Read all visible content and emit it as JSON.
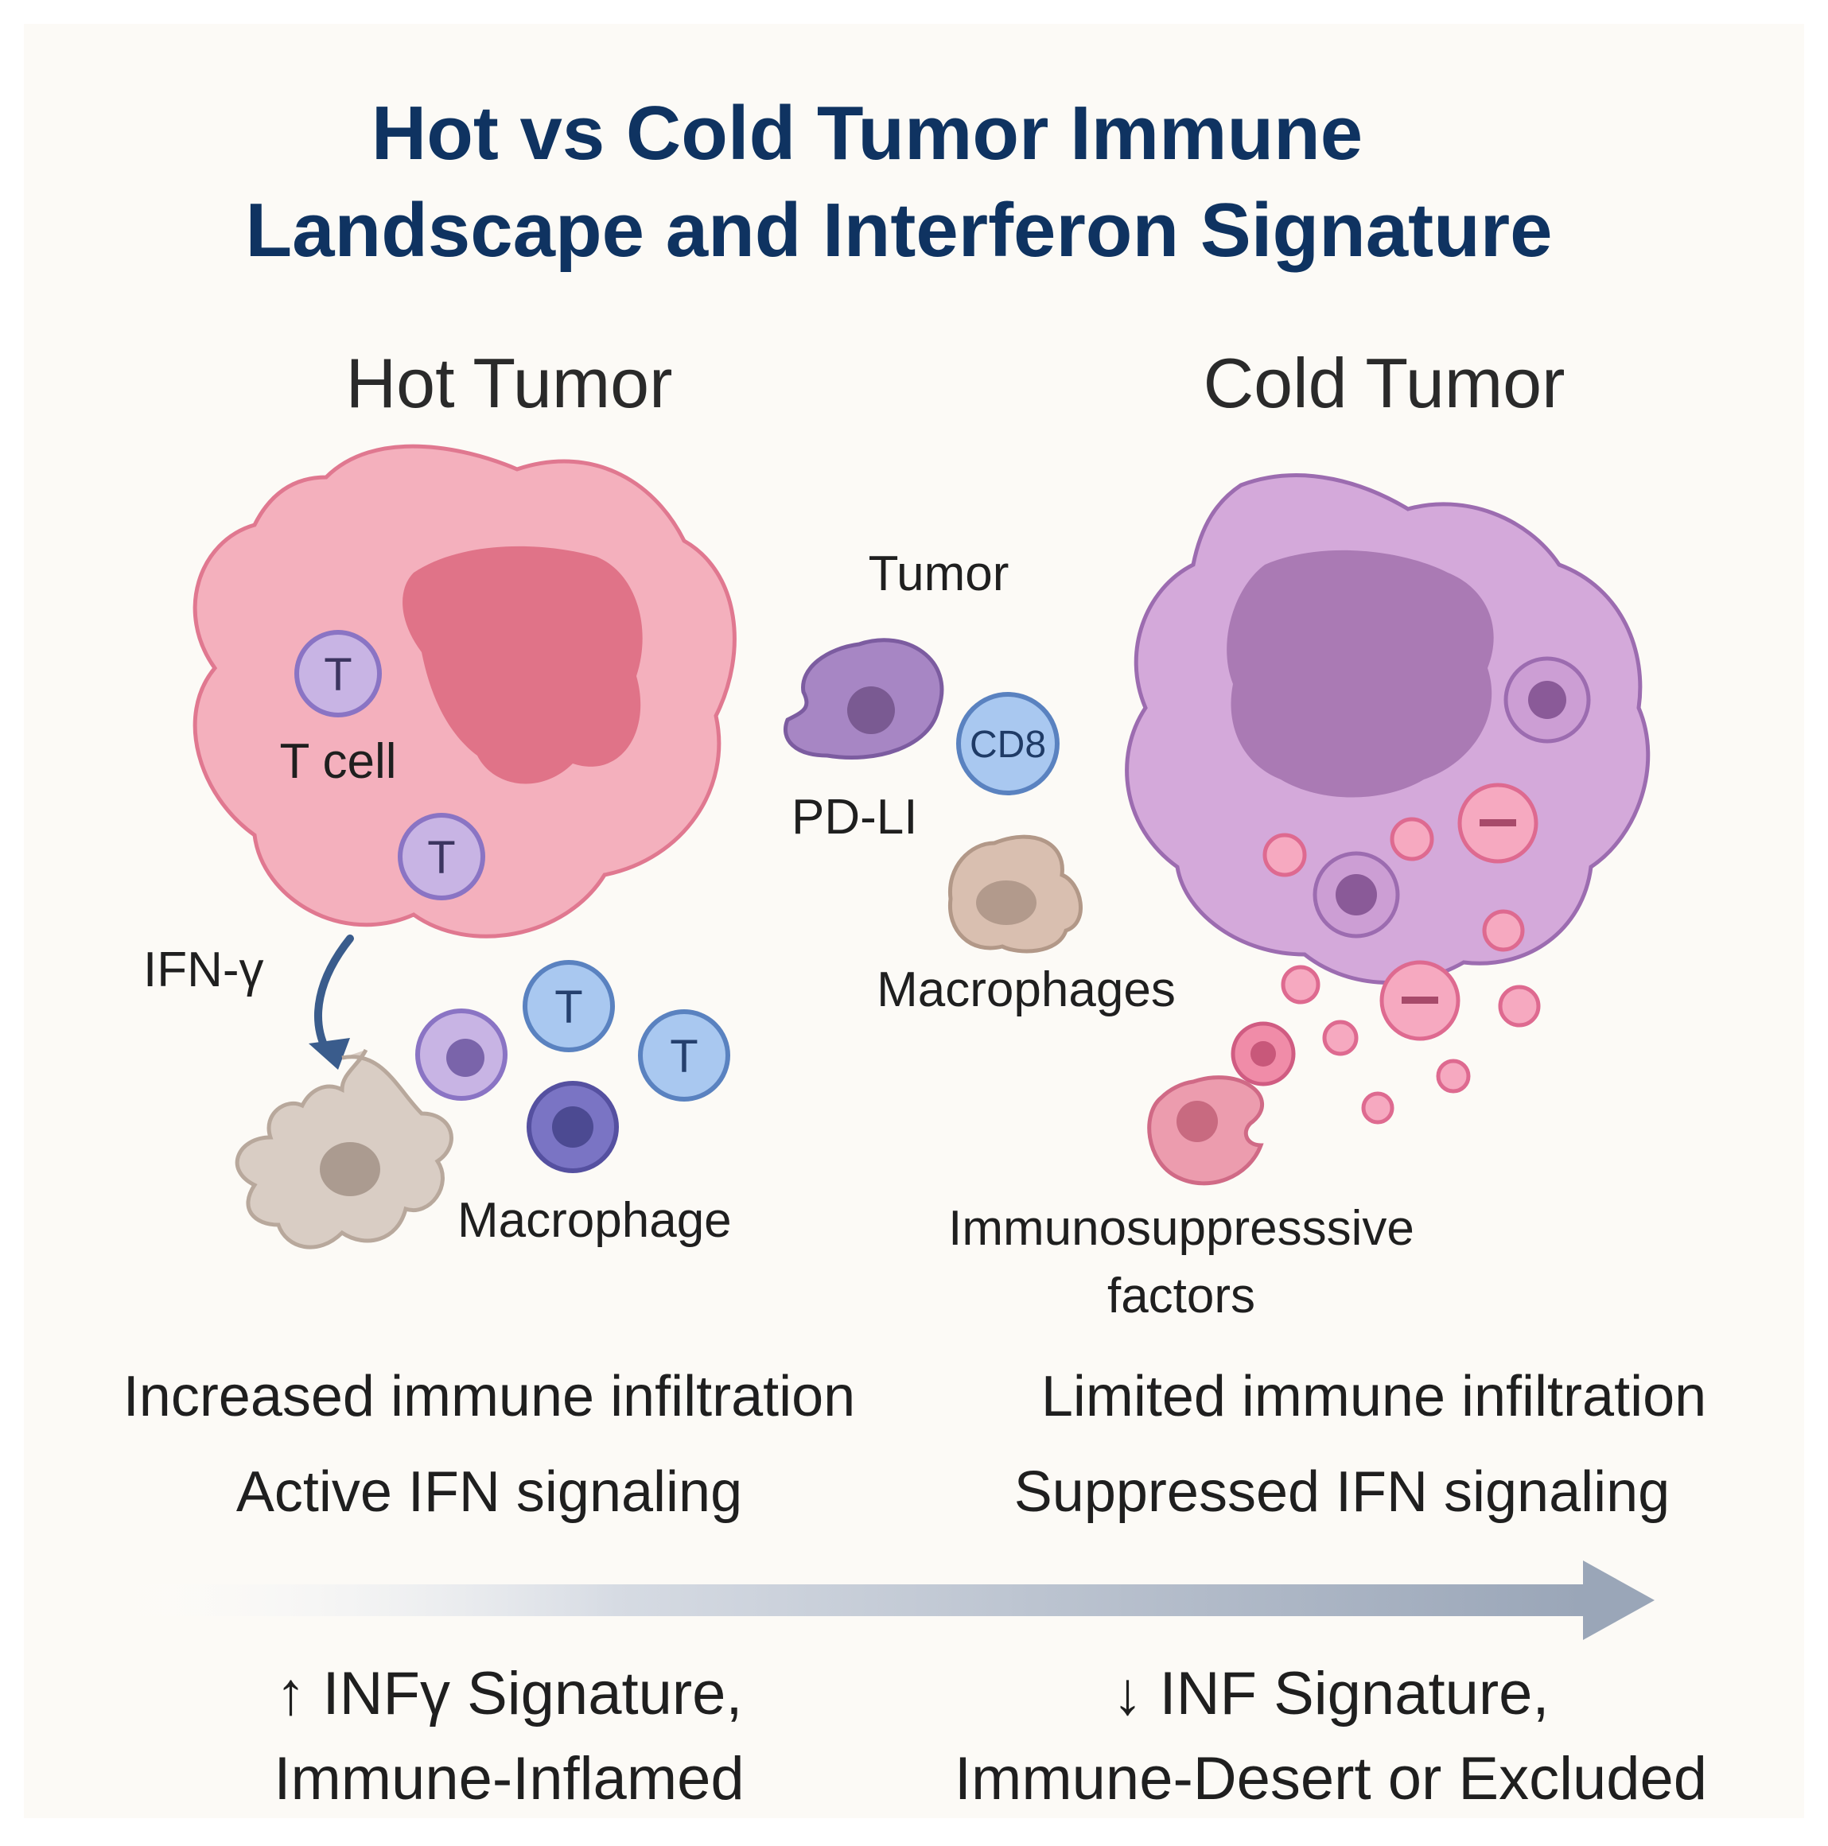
{
  "title": {
    "line1": "Hot vs Cold Tumor Immune",
    "line2": "Landscape and Interferon Signature"
  },
  "hot": {
    "heading": "Hot Tumor",
    "t_cell_label": "T cell",
    "t_letter": "T",
    "ifn_label": "IFN-γ",
    "macrophage_label": "Macrophage",
    "feature1": "Increased immune infiltration",
    "feature2": "Active IFN signaling",
    "signature_line1": "↑ INFγ Signature,",
    "signature_line2": "Immune-Inflamed"
  },
  "middle": {
    "tumor_label": "Tumor",
    "pdl1_label": "PD-LI",
    "cd8_label": "CD8",
    "macrophages_label": "Macrophages"
  },
  "cold": {
    "heading": "Cold Tumor",
    "immunosuppressive_line1": "Immunosuppresssive",
    "immunosuppressive_line2": "factors",
    "feature1": "Limited immune infiltration",
    "feature2": "Suppressed IFN signaling",
    "signature_line1": "↓ INF Signature,",
    "signature_line2": "Immune-Desert or Excluded"
  },
  "colors": {
    "title": "#0f3361",
    "hot_tumor": "#f4b0bd",
    "hot_nucleus": "#e07388",
    "cold_tumor": "#d4a9da",
    "cold_nucleus": "#aa7ab4",
    "t_cell": "#c8b4e4",
    "blue_cell": "#a9c8f0",
    "arrow": "#9aa6b8"
  }
}
